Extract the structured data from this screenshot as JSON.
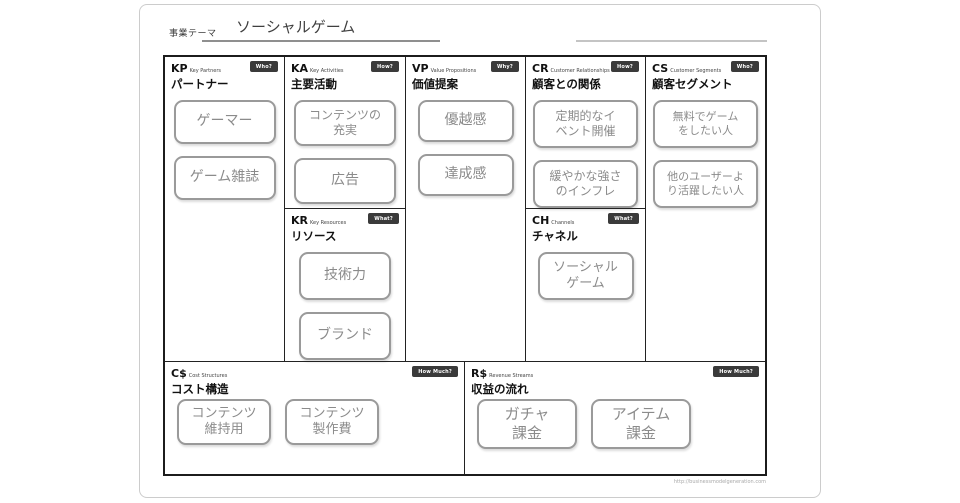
{
  "header": {
    "theme_label": "事業テーマ",
    "theme_value": "ソーシャルゲーム"
  },
  "footer": {
    "url": "http://businessmodelgeneration.com"
  },
  "colors": {
    "badge_bg": "#3a3a3a",
    "grid_border": "#1c1c1c",
    "note_border": "#9a9a9a",
    "note_text": "#8b8b8b"
  },
  "sections": {
    "kp": {
      "code": "KP",
      "subtitle": "Key Partners",
      "badge": "Who?",
      "title": "パートナー",
      "notes": [
        "ゲーマー",
        "ゲーム雑誌"
      ]
    },
    "ka": {
      "code": "KA",
      "subtitle": "Key Activities",
      "badge": "How?",
      "title": "主要活動",
      "notes": [
        "コンテンツの\n充実",
        "広告"
      ]
    },
    "kr": {
      "code": "KR",
      "subtitle": "Key Resources",
      "badge": "What?",
      "title": "リソース",
      "notes": [
        "技術力",
        "ブランド"
      ]
    },
    "vp": {
      "code": "VP",
      "subtitle": "Value Propositions",
      "badge": "Why?",
      "title": "価値提案",
      "notes": [
        "優越感",
        "達成感"
      ]
    },
    "cr": {
      "code": "CR",
      "subtitle": "Customer Relationships",
      "badge": "How?",
      "title": "顧客との関係",
      "notes": [
        "定期的なイ\nベント開催",
        "緩やかな強さ\nのインフレ"
      ]
    },
    "ch": {
      "code": "CH",
      "subtitle": "Channels",
      "badge": "What?",
      "title": "チャネル",
      "notes": [
        "ソーシャル\nゲーム"
      ]
    },
    "cs": {
      "code": "CS",
      "subtitle": "Customer Segments",
      "badge": "Who?",
      "title": "顧客セグメント",
      "notes": [
        "無料でゲーム\nをしたい人",
        "他のユーザーよ\nり活躍したい人"
      ]
    },
    "cost": {
      "code": "C$",
      "subtitle": "Cost Structures",
      "badge": "How Much?",
      "title": "コスト構造",
      "notes": [
        "コンテンツ\n維持用",
        "コンテンツ\n製作費"
      ]
    },
    "revenue": {
      "code": "R$",
      "subtitle": "Revenue Streams",
      "badge": "How Much?",
      "title": "収益の流れ",
      "notes": [
        "ガチャ\n課金",
        "アイテム\n課金"
      ]
    }
  }
}
